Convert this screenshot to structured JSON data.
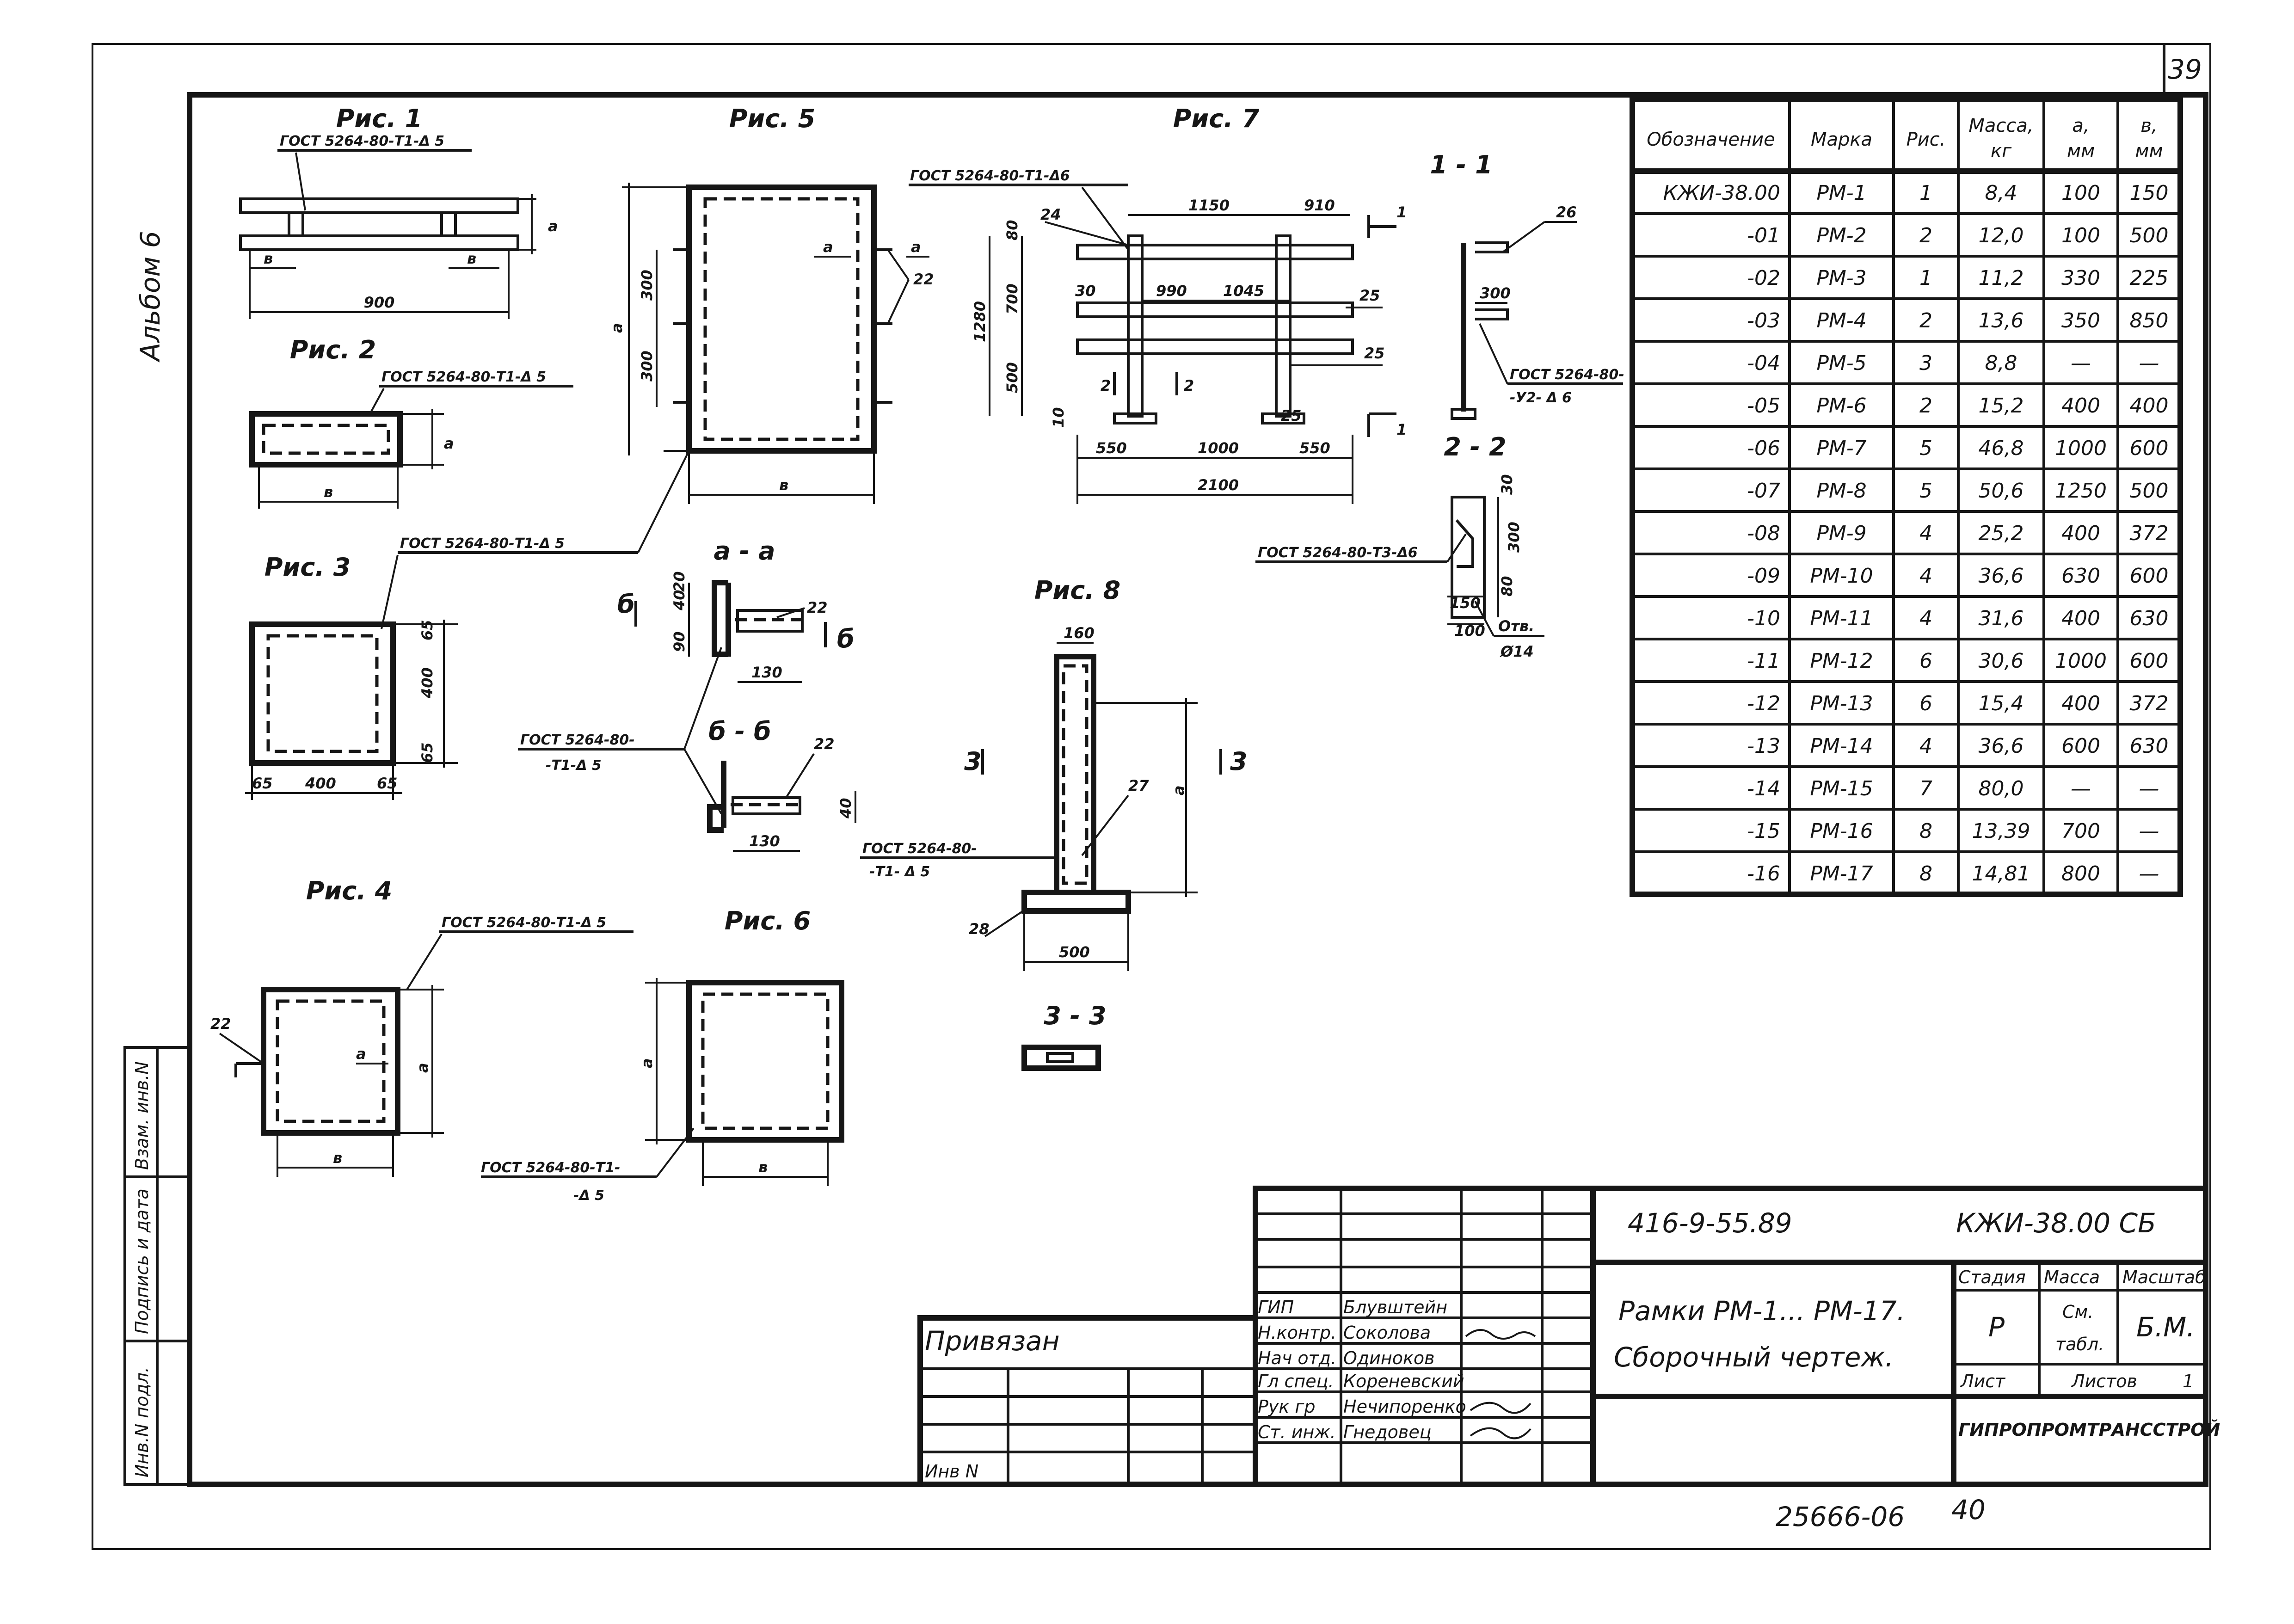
{
  "page_number": "39",
  "album": "Альбом 6",
  "figures": {
    "fig1": {
      "title": "Рис. 1",
      "gost": "ГОСТ 5264-80-Т1-Δ 5",
      "dim_a": "а",
      "dim_b1": "в",
      "dim_b2": "в",
      "dim_len": "900"
    },
    "fig2": {
      "title": "Рис. 2",
      "gost": "ГОСТ 5264-80-Т1-Δ 5",
      "dim_a": "а",
      "dim_b": "в"
    },
    "fig3": {
      "title": "Рис. 3",
      "gost": "ГОСТ 5264-80-Т1-Δ 5",
      "dim_w": "400",
      "dim_h": "400",
      "dim_l": "65",
      "dim_r": "65",
      "dim_t": "65",
      "dim_bt": "65"
    },
    "fig4": {
      "title": "Рис. 4",
      "gost": "ГОСТ 5264-80-Т1-Δ 5",
      "mark22": "22",
      "dim_a1": "а",
      "dim_a2": "а",
      "dim_b": "в"
    },
    "fig5": {
      "title": "Рис. 5",
      "dim_a": "а",
      "dim_b": "в",
      "dim_300a": "300",
      "dim_300b": "300",
      "sec_a": "а",
      "sec_a2": "а",
      "mark22": "22"
    },
    "fig6": {
      "title": "Рис. 6",
      "gost": "ГОСТ 5264-80-Т1-",
      "gost2": "-Δ 5",
      "dim_a": "а",
      "dim_b": "в"
    },
    "fig7": {
      "title": "Рис. 7",
      "gost": "ГОСТ 5264-80-Т1-Δ6",
      "d1150": "1150",
      "d910": "910",
      "d24": "24",
      "d80": "80",
      "d700": "700",
      "d1280": "1280",
      "d500": "500",
      "d30": "30",
      "d990": "990",
      "d1045": "1045",
      "d25a": "25",
      "d25b": "25",
      "d25c": "25",
      "d10": "10",
      "d550a": "550",
      "d1000": "1000",
      "d550b": "550",
      "d2100": "2100",
      "s2a": "2",
      "s2b": "2",
      "s1a": "1",
      "s1b": "1"
    },
    "fig8": {
      "title": "Рис. 8",
      "d160": "160",
      "d27": "27",
      "d28": "28",
      "d500": "500",
      "dim_a": "а",
      "s3a": "3",
      "s3b": "3",
      "gost": "ГОСТ 5264-80-",
      "gost2": "-Т1- Δ 5",
      "gost3": "5"
    },
    "sec11": {
      "title": "1 - 1",
      "d26": "26",
      "d300": "300",
      "gost": "ГОСТ 5264-80-",
      "gost2": "-У2- Δ 6"
    },
    "sec22": {
      "title": "2 - 2",
      "d30": "30",
      "d300": "300",
      "d80": "80",
      "d100": "100",
      "d150": "150",
      "gost": "ГОСТ 5264-80-Т3-Δ6",
      "hole": "Отв.",
      "hole_d": "Ø14"
    },
    "secaa": {
      "title": "а - а",
      "d22": "22",
      "d130": "130",
      "d20": "20",
      "d40": "40",
      "d90": "90",
      "mb1": "б",
      "mb2": "б"
    },
    "secbb": {
      "title": "б - б",
      "d22": "22",
      "d130": "130",
      "d40": "40"
    },
    "sec33": {
      "title": "3 - 3"
    },
    "shared_gost": "ГОСТ 5264-80-Т1-Δ 5",
    "shared_gost2a": "ГОСТ 5264-80-",
    "shared_gost2b": "-Т1-Δ 5"
  },
  "spec_table": {
    "headers": [
      "Обозначение",
      "Марка",
      "Рис.",
      "Масса, кг",
      "а, мм",
      "в, мм"
    ],
    "rows": [
      [
        "КЖИ-38.00",
        "РМ-1",
        "1",
        "8,4",
        "100",
        "150"
      ],
      [
        "-01",
        "РМ-2",
        "2",
        "12,0",
        "100",
        "500"
      ],
      [
        "-02",
        "РМ-3",
        "1",
        "11,2",
        "330",
        "225"
      ],
      [
        "-03",
        "РМ-4",
        "2",
        "13,6",
        "350",
        "850"
      ],
      [
        "-04",
        "РМ-5",
        "3",
        "8,8",
        "—",
        "—"
      ],
      [
        "-05",
        "РМ-6",
        "2",
        "15,2",
        "400",
        "400"
      ],
      [
        "-06",
        "РМ-7",
        "5",
        "46,8",
        "1000",
        "600"
      ],
      [
        "-07",
        "РМ-8",
        "5",
        "50,6",
        "1250",
        "500"
      ],
      [
        "-08",
        "РМ-9",
        "4",
        "25,2",
        "400",
        "372"
      ],
      [
        "-09",
        "РМ-10",
        "4",
        "36,6",
        "630",
        "600"
      ],
      [
        "-10",
        "РМ-11",
        "4",
        "31,6",
        "400",
        "630"
      ],
      [
        "-11",
        "РМ-12",
        "6",
        "30,6",
        "1000",
        "600"
      ],
      [
        "-12",
        "РМ-13",
        "6",
        "15,4",
        "400",
        "372"
      ],
      [
        "-13",
        "РМ-14",
        "4",
        "36,6",
        "600",
        "630"
      ],
      [
        "-14",
        "РМ-15",
        "7",
        "80,0",
        "—",
        "—"
      ],
      [
        "-15",
        "РМ-16",
        "8",
        "13,39",
        "700",
        "—"
      ],
      [
        "-16",
        "РМ-17",
        "8",
        "14,81",
        "800",
        "—"
      ]
    ]
  },
  "side_stamp": [
    "Инв.N подл.",
    "Подпись и дата",
    "Взам. инв.N"
  ],
  "title_block": {
    "project_code": "416-9-55.89",
    "doc_code": "КЖИ-38.00 СБ",
    "title_line1": "Рамки РМ-1... РМ-17.",
    "title_line2": "Сборочный чертеж.",
    "stage_h": "Стадия",
    "mass_h": "Масса",
    "scale_h": "Масштаб",
    "stage": "Р",
    "mass1": "См.",
    "mass2": "табл.",
    "scale": "Б.М.",
    "sheet_h": "Лист",
    "sheets_h": "Листов",
    "sheets": "1",
    "org": "ГИПРОПРОМТРАНССТРОЙ",
    "privyazan": "Привязан",
    "inv": "Инв N",
    "roles": [
      "ГИП",
      "Н.контр.",
      "Нач отд.",
      "Гл спец.",
      "Рук гр",
      "Ст. инж."
    ],
    "names": [
      "Блувштейн",
      "Соколова",
      "Одиноков",
      "Кореневский",
      "Нечипоренко",
      "Гнедовец"
    ]
  },
  "bottom_code": "25666-06",
  "bottom_num": "40"
}
